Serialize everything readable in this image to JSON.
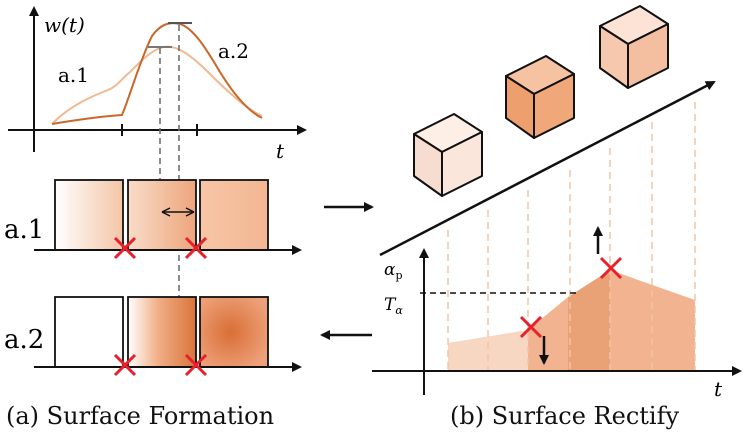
{
  "panel_a": {
    "caption": "(a) Surface Formation",
    "plot": {
      "ylabel": "w(t)",
      "xlabel": "t",
      "curve_a1_label": "a.1",
      "curve_a2_label": "a.2"
    },
    "row_a1_label": "a.1",
    "row_a2_label": "a.2"
  },
  "panel_b": {
    "caption": "(b) Surface Rectify",
    "ylabel": "α",
    "ylabel_sub": "p",
    "threshold_label": "T",
    "threshold_sub": "α",
    "xlabel": "t"
  },
  "colors": {
    "curve_a1": "#f0b990",
    "curve_a2": "#c8682a",
    "marker": "#e8202a",
    "fill_light": "#f7d6c2",
    "fill_medium": "#f1b390",
    "fill_dark": "#e9a276",
    "cube_light": "#fbe6dc",
    "cube_dark": "#f0a87a"
  }
}
